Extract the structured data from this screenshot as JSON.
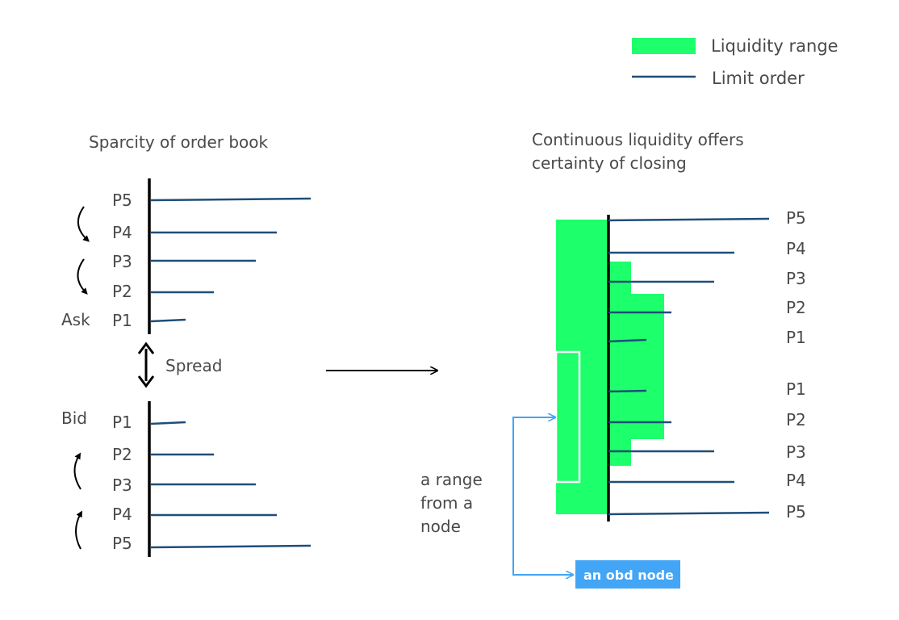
{
  "legend": {
    "liquidity_label": "Liquidity range",
    "limit_label": "Limit order",
    "liquidity_color": "#1dff6b",
    "limit_color": "#1f4e79"
  },
  "left": {
    "title": "Sparcity of order book",
    "ask_label": "Ask",
    "bid_label": "Bid",
    "spread_label": "Spread",
    "ask_levels": [
      "P5",
      "P4",
      "P3",
      "P2",
      "P1"
    ],
    "bid_levels": [
      "P1",
      "P2",
      "P3",
      "P4",
      "P5"
    ]
  },
  "right": {
    "title_line1": "Continuous liquidity offers",
    "title_line2": "certainty of closing",
    "ask_levels": [
      "P5",
      "P4",
      "P3",
      "P2",
      "P1"
    ],
    "bid_levels": [
      "P1",
      "P2",
      "P3",
      "P4",
      "P5"
    ],
    "range_note_line1": "a range",
    "range_note_line2": "from a",
    "range_note_line3": "node",
    "node_label": "an obd node",
    "node_color": "#42a5f5"
  }
}
